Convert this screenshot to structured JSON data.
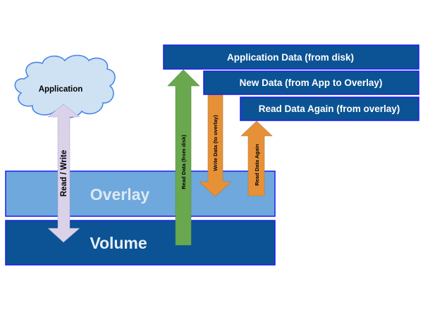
{
  "diagram": {
    "application": {
      "label": "Application"
    },
    "read_write_arrow": {
      "label": "Read / Write"
    },
    "layers": {
      "overlay": {
        "label": "Overlay"
      },
      "volume": {
        "label": "Volume"
      }
    },
    "data_boxes": [
      {
        "label": "Application Data (from disk)"
      },
      {
        "label": "New Data (from App to Overlay)"
      },
      {
        "label": "Read Data Again (from overlay)"
      }
    ],
    "arrows": {
      "read_from_disk": {
        "label": "Read Data (from disk)",
        "color": "#6aa84f"
      },
      "write_to_overlay": {
        "label": "Write Data (to overlay)",
        "color": "#e69138"
      },
      "read_again": {
        "label": "Read Data Again",
        "color": "#e69138"
      }
    },
    "colors": {
      "overlay_fill": "#6fa8dc",
      "volume_fill": "#0b5394",
      "box_fill": "#0b5394",
      "border": "#1c1cf0",
      "cloud_fill": "#cfe2f3",
      "cloud_stroke": "#4a86e8",
      "rw_arrow_fill": "#d9d2e9"
    }
  }
}
